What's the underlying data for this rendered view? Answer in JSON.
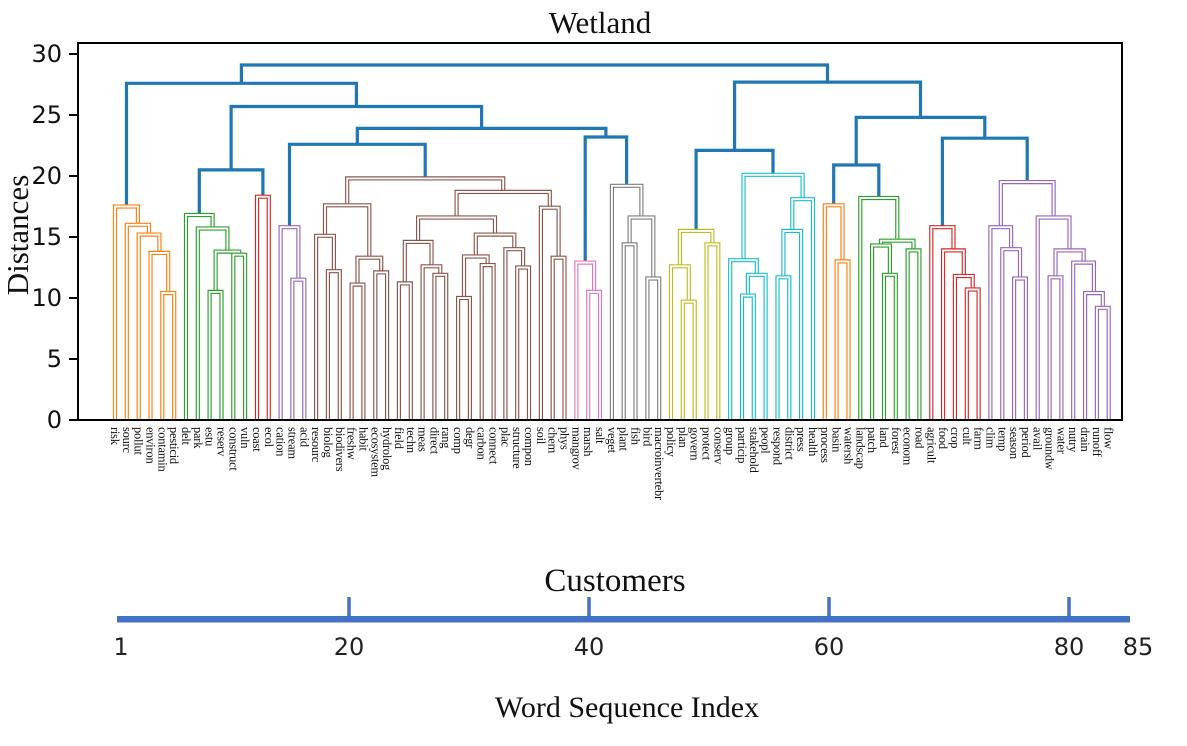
{
  "chart_data": {
    "type": "dendrogram",
    "title": "Wetland",
    "ylabel": "Distances",
    "xlabel": "Customers",
    "sequence_axis_label": "Word Sequence Index",
    "ylim": [
      0,
      30
    ],
    "yticks": [
      0,
      5,
      10,
      15,
      20,
      25,
      30
    ],
    "grid": false,
    "legend": "none",
    "leaf_count": 85,
    "leaves": [
      "risk",
      "sourc",
      "pollut",
      "environ",
      "contamin",
      "pesticid",
      "delt",
      "park",
      "estu",
      "reserv",
      "construct",
      "vuln",
      "coast",
      "ecol",
      "cation",
      "stream",
      "acid",
      "resourc",
      "biolog",
      "biodivers",
      "freshw",
      "habit",
      "ecosystem",
      "hydrolog",
      "field",
      "techn",
      "meas",
      "direct",
      "rang",
      "comp",
      "degr",
      "carbon",
      "connect",
      "plac",
      "structure",
      "compon",
      "soil",
      "chem",
      "phys",
      "mangrov",
      "marsh",
      "salt",
      "veget",
      "plant",
      "fish",
      "bird",
      "macroinvertebr",
      "policy",
      "plan",
      "govern",
      "protect",
      "conserv",
      "group",
      "particip",
      "stakehold",
      "peopl",
      "respond",
      "district",
      "press",
      "health",
      "process",
      "basin",
      "watersh",
      "landscap",
      "patch",
      "land",
      "forest",
      "econom",
      "road",
      "agricult",
      "food",
      "crop",
      "cult",
      "farm",
      "clim",
      "temp",
      "season",
      "period",
      "avail",
      "groundw",
      "water",
      "nutry",
      "drain",
      "runoff",
      "flow"
    ],
    "palette": {
      "b": "#1f77b4",
      "o": "#ff7f0e",
      "g": "#2ca02c",
      "r": "#d62728",
      "p": "#9467bd",
      "br": "#8c564b",
      "pk": "#e377c2",
      "gy": "#7f7f7f",
      "ol": "#bcbd22",
      "cy": "#17becf"
    },
    "link_style": {
      "blue_links_solid": true,
      "cluster_links_hollow": true
    },
    "tree": [
      "b",
      29.1,
      [
        "b",
        27.6,
        [
          "o",
          17.5,
          1,
          [
            "o",
            16,
            2,
            [
              "o",
              15.2,
              3,
              [
                "o",
                13.7,
                4,
                [
                  "o",
                  10.4,
                  5,
                  6
                ]
              ]
            ]
          ]
        ],
        [
          "b",
          25.7,
          [
            "b",
            20.5,
            [
              "g",
              16.8,
              7,
              [
                "g",
                15.7,
                8,
                [
                  "g",
                  13.8,
                  [
                    "g",
                    10.5,
                    9,
                    10
                  ],
                  [
                    "g",
                    13.55,
                    11,
                    12
                  ]
                ]
              ]
            ],
            [
              "r",
              18.3,
              13,
              14
            ]
          ],
          [
            "b",
            23.9,
            [
              "b",
              22.6,
              [
                "p",
                15.8,
                15,
                [
                  "p",
                  11.5,
                  16,
                  17
                ]
              ],
              [
                "br",
                19.8,
                [
                  "br",
                  17.6,
                  [
                    "br",
                    15.1,
                    18,
                    [
                      "br",
                      12.2,
                      19,
                      20
                    ]
                  ],
                  [
                    "br",
                    13.3,
                    [
                      "br",
                      11.1,
                      21,
                      22
                    ],
                    [
                      "br",
                      12.1,
                      23,
                      24
                    ]
                  ]
                ],
                [
                  "br",
                  18.7,
                  [
                    "br",
                    16.6,
                    [
                      "br",
                      14.6,
                      [
                        "br",
                        11.2,
                        25,
                        26
                      ],
                      [
                        "br",
                        12.6,
                        27,
                        [
                          "br",
                          11.9,
                          28,
                          29
                        ]
                      ]
                    ],
                    [
                      "br",
                      15.2,
                      [
                        "br",
                        13.4,
                        [
                          "br",
                          10,
                          30,
                          31
                        ],
                        [
                          "br",
                          12.7,
                          32,
                          33
                        ]
                      ],
                      [
                        "br",
                        14,
                        34,
                        [
                          "br",
                          12.5,
                          35,
                          36
                        ]
                      ]
                    ]
                  ],
                  [
                    "br",
                    17.4,
                    37,
                    [
                      "br",
                      13.3,
                      38,
                      39
                    ]
                  ]
                ]
              ]
            ],
            [
              "b",
              23.2,
              [
                "pk",
                12.9,
                40,
                [
                  "pk",
                  10.5,
                  41,
                  42
                ]
              ],
              [
                "gy",
                19.2,
                43,
                [
                  "gy",
                  16.6,
                  [
                    "gy",
                    14.4,
                    44,
                    45
                  ],
                  [
                    "gy",
                    11.6,
                    46,
                    47
                  ]
                ]
              ]
            ]
          ]
        ]
      ],
      [
        "b",
        27.7,
        [
          "b",
          22.1,
          [
            "ol",
            15.5,
            [
              "ol",
              12.6,
              48,
              [
                "ol",
                9.7,
                49,
                50
              ]
            ],
            [
              "ol",
              14.4,
              51,
              52
            ]
          ],
          [
            "cy",
            20.1,
            [
              "cy",
              13.1,
              53,
              [
                "cy",
                11.9,
                [
                  "cy",
                  10.2,
                  54,
                  55
                ],
                56
              ]
            ],
            [
              "cy",
              18.1,
              [
                "cy",
                15.5,
                [
                  "cy",
                  11.7,
                  57,
                  58
                ],
                59
              ],
              60
            ]
          ]
        ],
        [
          "b",
          24.8,
          [
            "b",
            20.9,
            [
              "o",
              17.6,
              61,
              [
                "o",
                13,
                62,
                63
              ]
            ],
            [
              "g",
              18.2,
              64,
              [
                "g",
                14.7,
                [
                  "g",
                  14.3,
                  65,
                  [
                    "g",
                    11.9,
                    66,
                    67
                  ]
                ],
                [
                  "g",
                  13.9,
                  68,
                  69
                ]
              ]
            ]
          ],
          [
            "b",
            23.1,
            [
              "r",
              15.8,
              70,
              [
                "r",
                13.9,
                71,
                [
                  "r",
                  11.8,
                  72,
                  [
                    "r",
                    10.7,
                    73,
                    74
                  ]
                ]
              ]
            ],
            [
              "p",
              19.5,
              [
                "p",
                15.8,
                75,
                [
                  "p",
                  14,
                  76,
                  [
                    "p",
                    11.6,
                    77,
                    78
                  ]
                ]
              ],
              [
                "p",
                16.6,
                79,
                [
                  "p",
                  13.9,
                  [
                    "p",
                    11.7,
                    80,
                    81
                  ],
                  [
                    "p",
                    12.9,
                    82,
                    [
                      "p",
                      10.4,
                      83,
                      [
                        "p",
                        9.2,
                        84,
                        85
                      ]
                    ]
                  ]
                ]
              ]
            ]
          ]
        ]
      ]
    ],
    "ruler": {
      "color": "#4472c4",
      "start": 1,
      "end": 85,
      "ticks": [
        20,
        40,
        60,
        80
      ],
      "labels": [
        1,
        20,
        40,
        60,
        80,
        85
      ]
    }
  }
}
